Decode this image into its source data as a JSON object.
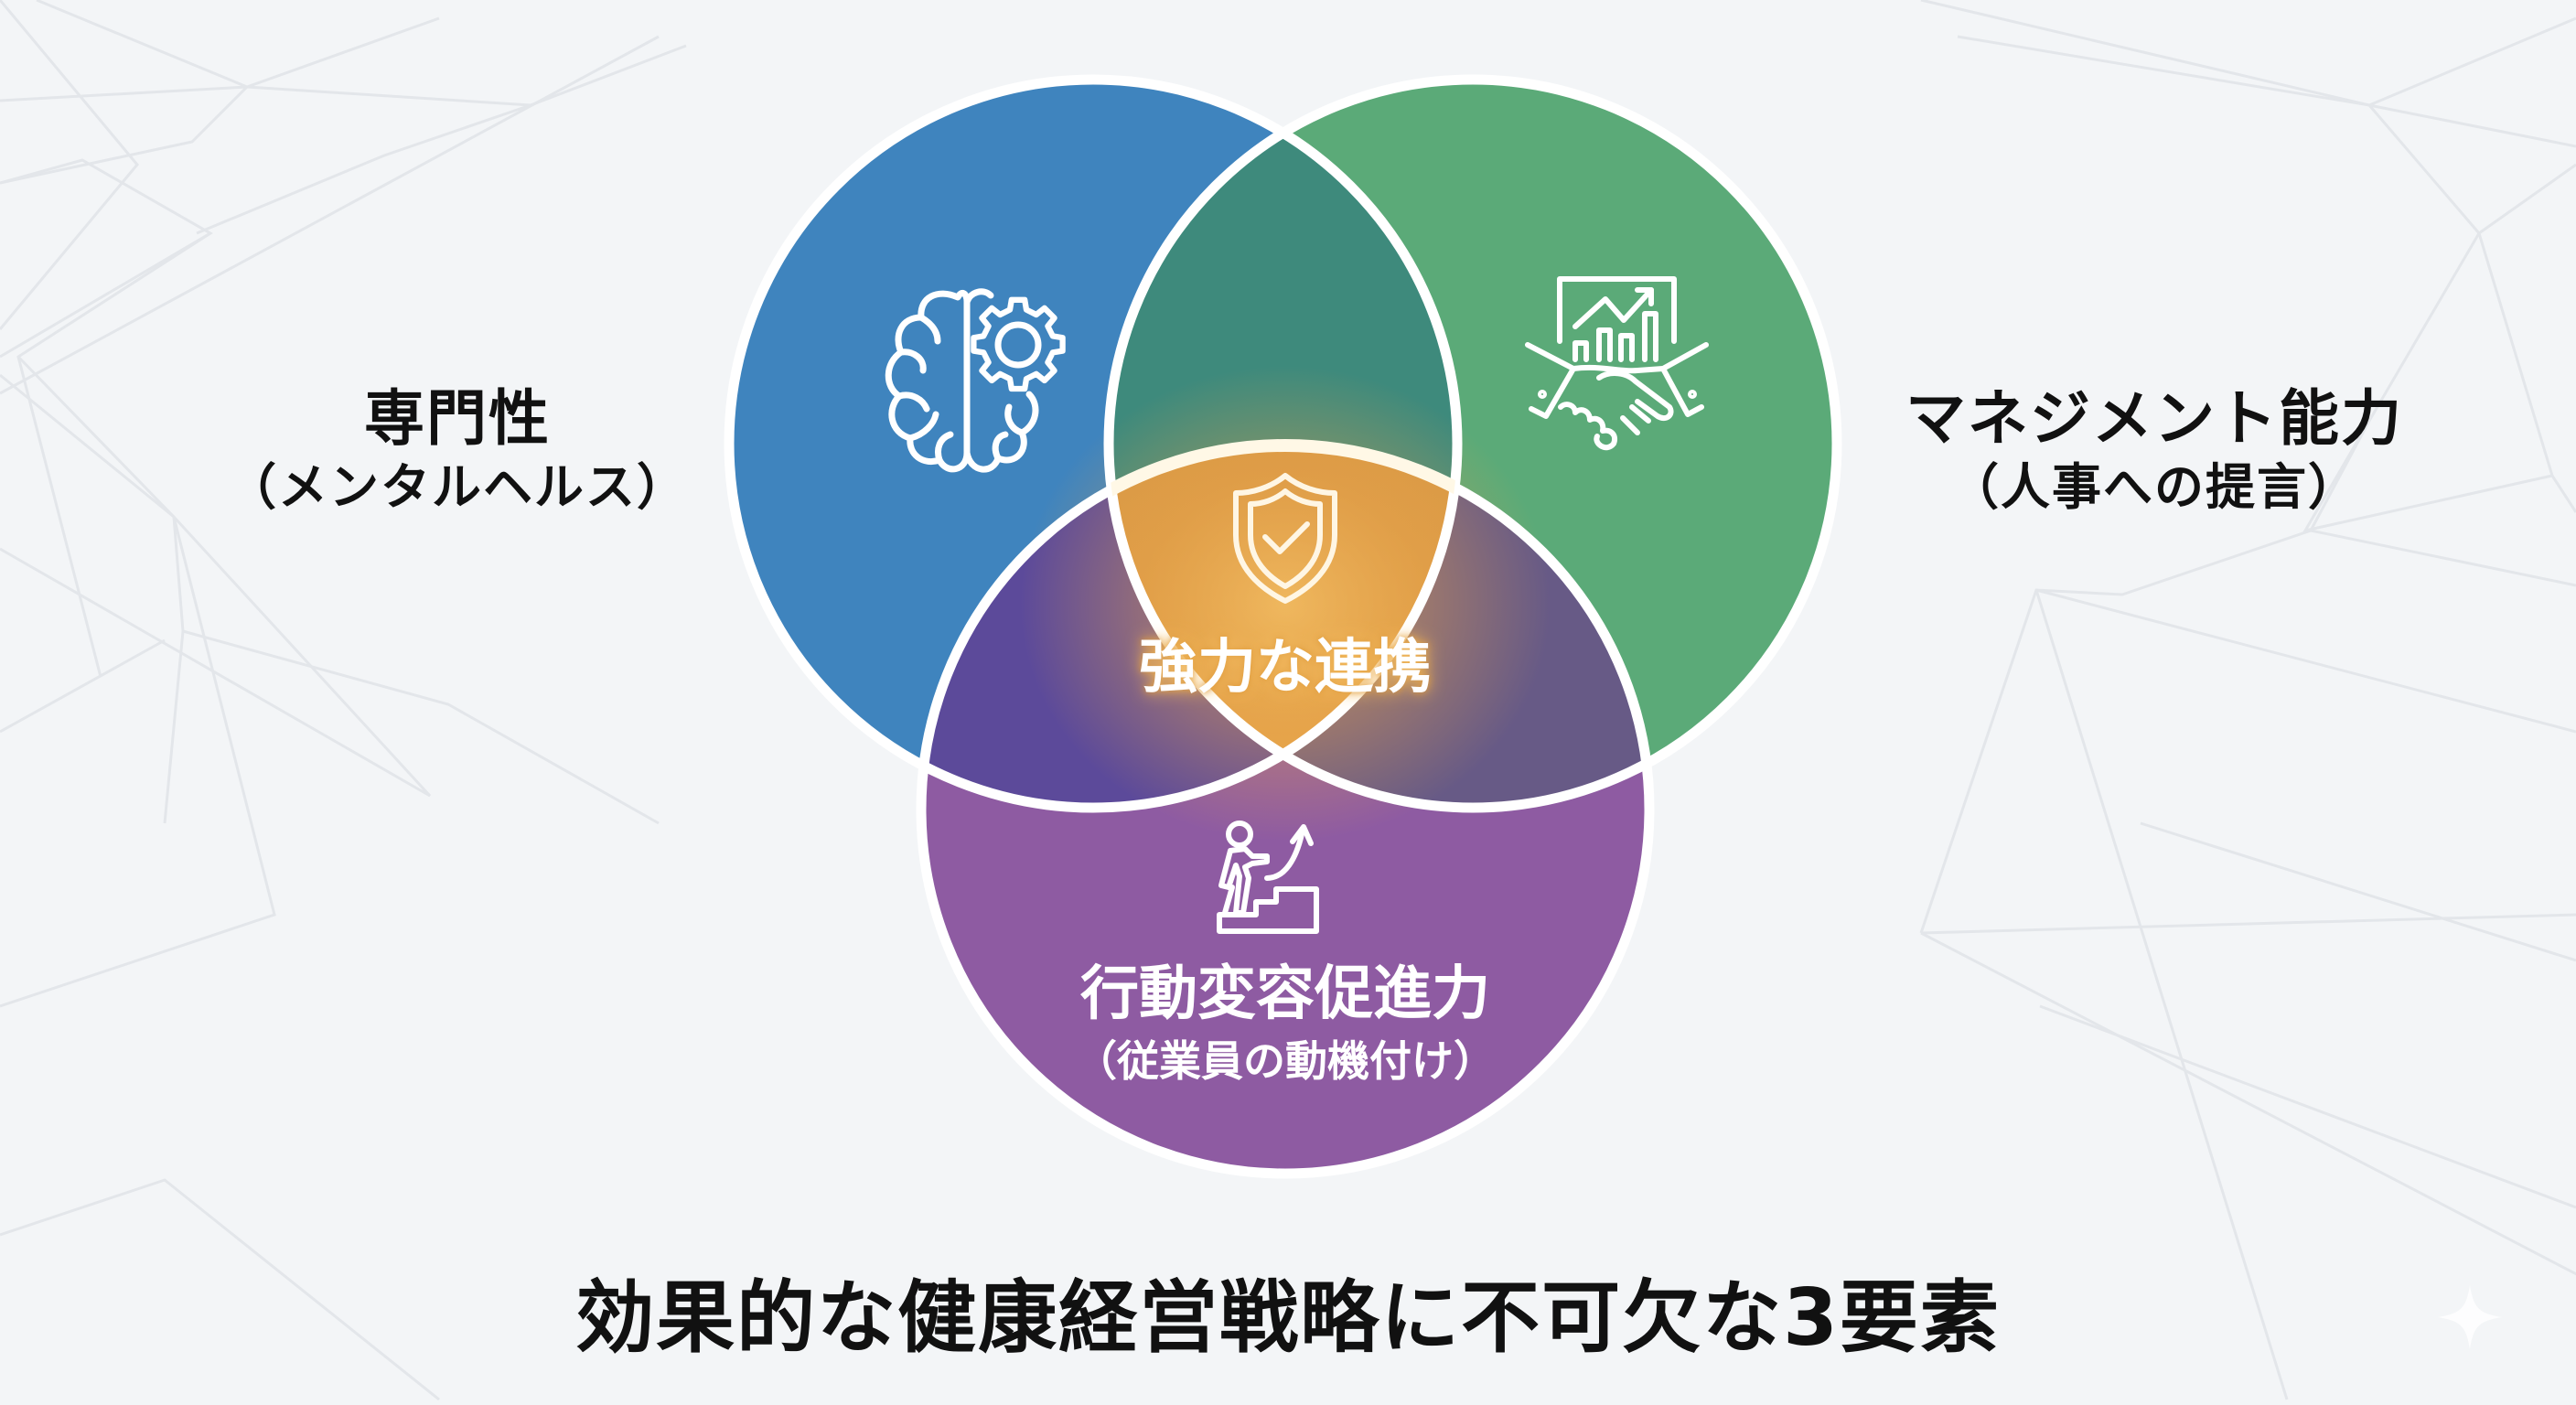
{
  "title": "効果的な健康経営戦略に不可欠な3要素",
  "circles": {
    "expertise": {
      "title": "専門性",
      "subtitle": "（メンタルヘルス）",
      "icon": "brain-gear-icon",
      "color": "#3F84BE"
    },
    "management": {
      "title": "マネジメント能力",
      "subtitle": "（人事への提言）",
      "icon": "handshake-chart-icon",
      "color": "#5BAA78"
    },
    "behavior_change": {
      "title": "行動変容促進力",
      "subtitle": "（従業員の動機付け）",
      "icon": "person-climbing-stairs-icon",
      "color": "#8E5BA2"
    }
  },
  "center": {
    "label": "強力な連携",
    "icon": "shield-check-icon",
    "color": "#E3A448"
  },
  "overlap_colors": {
    "blue_green": "#3E8A7C",
    "blue_purple": "#5C4A9A",
    "green_purple": "#675A86"
  },
  "background_color": "#F3F5F7"
}
